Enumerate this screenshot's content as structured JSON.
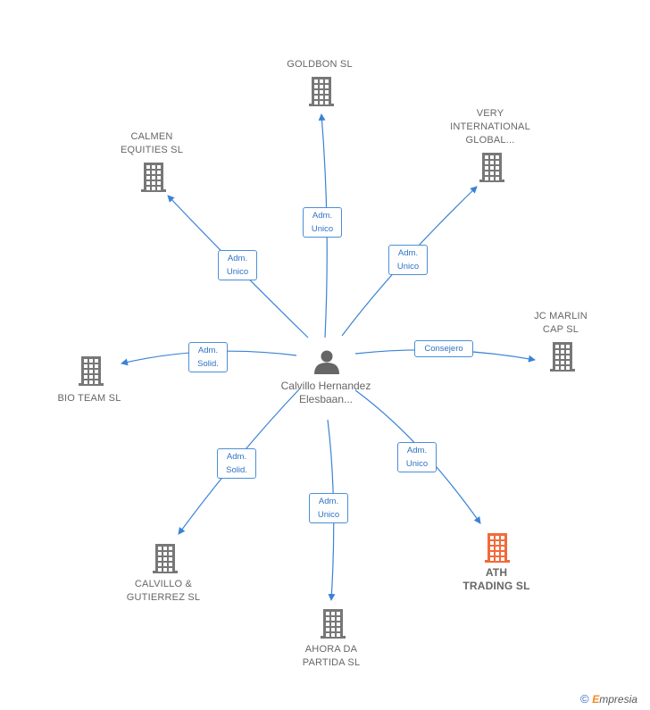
{
  "center": {
    "name": "Calvillo\nHernandez\nElesbaan..."
  },
  "nodes": [
    {
      "id": "goldbon",
      "label": "GOLDBON  SL",
      "relation": "Adm.\nUnico",
      "highlight": false
    },
    {
      "id": "very-international",
      "label": "VERY\nINTERNATIONAL\nGLOBAL...",
      "relation": "Adm.\nUnico",
      "highlight": false
    },
    {
      "id": "jc-marlin",
      "label": "JC MARLIN\nCAP  SL",
      "relation": "Consejero",
      "highlight": false
    },
    {
      "id": "ath-trading",
      "label": "ATH\nTRADING  SL",
      "relation": "Adm.\nUnico",
      "highlight": true
    },
    {
      "id": "ahora-da-partida",
      "label": "AHORA DA\nPARTIDA SL",
      "relation": "Adm.\nUnico",
      "highlight": false
    },
    {
      "id": "calvillo-gutierrez",
      "label": "CALVILLO &\nGUTIERREZ SL",
      "relation": "Adm.\nSolid.",
      "highlight": false
    },
    {
      "id": "bio-team",
      "label": "BIO TEAM SL",
      "relation": "Adm.\nSolid.",
      "highlight": false
    },
    {
      "id": "calmen-equities",
      "label": "CALMEN\nEQUITIES  SL",
      "relation": "Adm.\nUnico",
      "highlight": false
    }
  ],
  "colors": {
    "edge": "#3b82d6",
    "building": "#777777",
    "highlight": "#f26a3a",
    "person": "#666666"
  },
  "footer": {
    "copyright": "©",
    "brand_first": "E",
    "brand_rest": "mpresia"
  }
}
